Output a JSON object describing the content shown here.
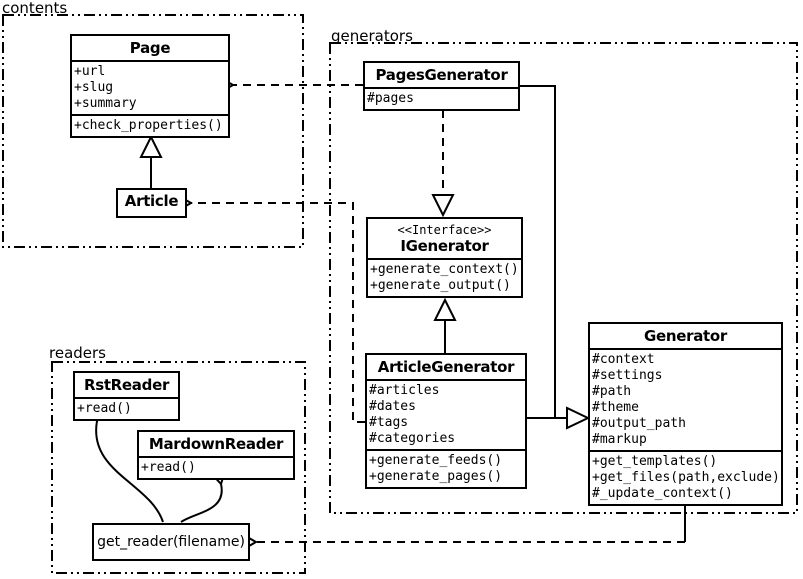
{
  "packages": {
    "contents": {
      "label": "contents"
    },
    "generators": {
      "label": "generators"
    },
    "readers": {
      "label": "readers"
    }
  },
  "classes": {
    "page": {
      "title": "Page",
      "attributes": [
        "+url",
        "+slug",
        "+summary"
      ],
      "methods": [
        "+check_properties()"
      ]
    },
    "article": {
      "title": "Article"
    },
    "pages_generator": {
      "title": "PagesGenerator",
      "attributes": [
        "#pages"
      ]
    },
    "igenerator": {
      "stereotype": "<<Interface>>",
      "title": "IGenerator",
      "methods": [
        "+generate_context()",
        "+generate_output()"
      ]
    },
    "article_generator": {
      "title": "ArticleGenerator",
      "attributes": [
        "#articles",
        "#dates",
        "#tags",
        "#categories"
      ],
      "methods": [
        "+generate_feeds()",
        "+generate_pages()"
      ]
    },
    "generator": {
      "title": "Generator",
      "attributes": [
        "#context",
        "#settings",
        "#path",
        "#theme",
        "#output_path",
        "#markup"
      ],
      "methods": [
        "+get_templates()",
        "+get_files(path,exclude)",
        "#_update_context()"
      ]
    },
    "rst_reader": {
      "title": "RstReader",
      "methods": [
        "+read()"
      ]
    },
    "mardown_reader": {
      "title": "MardownReader",
      "methods": [
        "+read()"
      ]
    },
    "get_reader": {
      "label": "get_reader(filename)"
    }
  },
  "colors": {
    "stroke": "#000000",
    "background": "#ffffff"
  }
}
